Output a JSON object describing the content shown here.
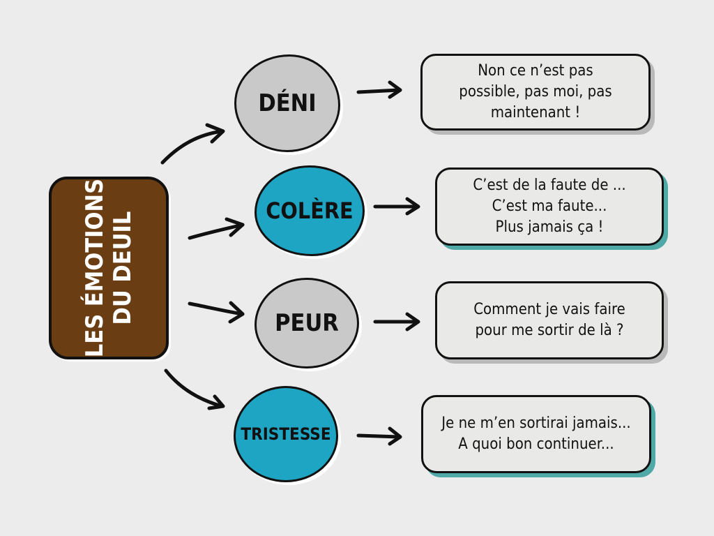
{
  "title": {
    "line1": "LES ÉMOTIONS",
    "line2": "DU DEUIL"
  },
  "colors": {
    "background": "#ececec",
    "root_fill": "#6b3d12",
    "gray_node": "#c9c9c9",
    "teal_node": "#1ea5c3",
    "bubble_fill": "#e9e9e7",
    "teal_shadow": "#4fa9a6"
  },
  "emotions": [
    {
      "label": "DÉNI",
      "color": "gray",
      "quote": [
        "Non ce n’est pas",
        "possible, pas moi, pas",
        "maintenant !"
      ]
    },
    {
      "label": "COLÈRE",
      "color": "teal",
      "quote": [
        "C’est de la faute de ...",
        "C’est ma faute...",
        "Plus jamais ça !"
      ]
    },
    {
      "label": "PEUR",
      "color": "gray",
      "quote": [
        "Comment je vais faire",
        "pour me sortir de là ?"
      ]
    },
    {
      "label": "TRISTESSE",
      "color": "teal",
      "quote": [
        "Je ne m’en sortirai jamais...",
        "A quoi bon continuer..."
      ]
    }
  ],
  "icons": {
    "arrow": "arrow-right-icon"
  }
}
